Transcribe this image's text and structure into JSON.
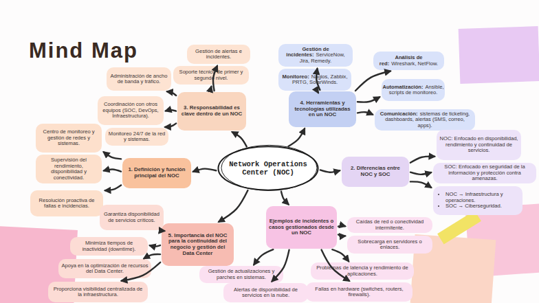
{
  "diagram": {
    "title": "Mind Map",
    "nodes": [
      {
        "text": [
          "Network Operations Center (NOC)"
        ]
      },
      {
        "text": [
          "3. Responsabilidad es clave dentro de un NOC"
        ]
      },
      {
        "text": [
          "Gestión de alertas e incidentes."
        ]
      },
      {
        "text": [
          "Administración de ancho de banda y tráfico."
        ]
      },
      {
        "text": [
          "Soporte técnico de primer y segundo nivel."
        ]
      },
      {
        "text": [
          "Coordinación con otros equipos (SOC, DevOps, Infraestructura)."
        ]
      },
      {
        "text": [
          "Monitoreo 24/7 de la red y sistemas."
        ]
      },
      {
        "text": [
          "4. Herramientas y tecnologías utilizadas en un NOC"
        ]
      },
      {
        "text": [
          "Gestión de incidentes:",
          "ServiceNow, Jira, Remedy."
        ]
      },
      {
        "text": [
          "Monitoreo:",
          "Nagios, Zabbix, PRTG, SolarWinds."
        ]
      },
      {
        "text": [
          "Análisis de red:",
          "Wireshark, NetFlow."
        ]
      },
      {
        "text": [
          "Automatización:",
          "Ansible, scripts de monitoreo."
        ]
      },
      {
        "text": [
          "Comunicación:",
          "sistemas de ticketing, dashboards, alertas (SMS, correo, apps)."
        ]
      },
      {
        "text": [
          "1. Definición y función principal del NOC"
        ]
      },
      {
        "text": [
          "Centro de monitoreo y gestión de redes y sistemas."
        ]
      },
      {
        "text": [
          "Supervisión del rendimiento, disponibilidad y conectividad."
        ]
      },
      {
        "text": [
          "Resolución proactiva de fallas e incidencias."
        ]
      },
      {
        "text": [
          "2. Diferencias entre NOC y SOC"
        ]
      },
      {
        "text": [
          "NOC: Enfocado en disponibilidad, rendimiento y continuidad de servicios."
        ]
      },
      {
        "text": [
          "SOC: Enfocado en seguridad de la información y protección contra amenazas."
        ]
      },
      {
        "text": [
          "NOC → Infraestructura y operaciones.",
          "SOC → Ciberseguridad."
        ]
      },
      {
        "text": [
          "Ejemplos de incidentes o casos gestionados desde un NOC"
        ]
      },
      {
        "text": [
          "Caídas de red o conectividad intermitente."
        ]
      },
      {
        "text": [
          "Sobrecarga en servidores o enlaces."
        ]
      },
      {
        "text": [
          "Problemas de latencia y rendimiento de aplicaciones."
        ]
      },
      {
        "text": [
          "Fallas en hardware (switches, routers, firewalls)."
        ]
      },
      {
        "text": [
          "Alertas de disponibilidad de servicios en la nube."
        ]
      },
      {
        "text": [
          "Gestión de actualizaciones y parches en sistemas."
        ]
      },
      {
        "text": [
          "5. Importancia del NOC para la continuidad del negocio y gestión del Data Center"
        ]
      },
      {
        "text": [
          "Garantiza disponibilidad de servicios críticos."
        ]
      },
      {
        "text": [
          "Minimiza tiempos de inactividad (downtime)."
        ]
      },
      {
        "text": [
          "Apoya en la optimización de recursos del Data Center."
        ]
      },
      {
        "text": [
          "Proporciona visibilidad centralizada de la infraestructura."
        ]
      }
    ],
    "edges": [
      {
        "from": 0,
        "to": 1,
        "arrow": "to"
      },
      {
        "from": 1,
        "to": 2,
        "arrow": "to"
      },
      {
        "from": 1,
        "to": 3,
        "arrow": "to"
      },
      {
        "from": 1,
        "to": 4,
        "arrow": "to"
      },
      {
        "from": 1,
        "to": 5,
        "arrow": "to"
      },
      {
        "from": 1,
        "to": 6,
        "arrow": "to"
      },
      {
        "from": 0,
        "to": 7,
        "arrow": "to"
      },
      {
        "from": 7,
        "to": 8,
        "arrow": "to"
      },
      {
        "from": 7,
        "to": 9,
        "arrow": "to"
      },
      {
        "from": 7,
        "to": 10,
        "arrow": "to"
      },
      {
        "from": 7,
        "to": 11,
        "arrow": "to"
      },
      {
        "from": 7,
        "to": 12,
        "arrow": "to"
      },
      {
        "from": 0,
        "to": 13,
        "arrow": "to"
      },
      {
        "from": 13,
        "to": 14,
        "arrow": "to"
      },
      {
        "from": 13,
        "to": 15,
        "arrow": "to"
      },
      {
        "from": 13,
        "to": 16,
        "arrow": "to"
      },
      {
        "from": 0,
        "to": 17,
        "arrow": "to"
      },
      {
        "from": 17,
        "to": 18,
        "arrow": "to"
      },
      {
        "from": 17,
        "to": 19,
        "arrow": "to"
      },
      {
        "from": 17,
        "to": 20,
        "arrow": "to"
      },
      {
        "from": 0,
        "to": 21,
        "arrow": "to"
      },
      {
        "from": 21,
        "to": 22,
        "arrow": "to"
      },
      {
        "from": 21,
        "to": 23,
        "arrow": "to"
      },
      {
        "from": 21,
        "to": 24,
        "arrow": "to"
      },
      {
        "from": 21,
        "to": 25,
        "arrow": "to"
      },
      {
        "from": 21,
        "to": 26,
        "arrow": "to"
      },
      {
        "from": 21,
        "to": 27,
        "arrow": "to"
      },
      {
        "from": 0,
        "to": 28,
        "arrow": "to"
      },
      {
        "from": 28,
        "to": 29,
        "arrow": "to"
      },
      {
        "from": 28,
        "to": 30,
        "arrow": "to"
      },
      {
        "from": 28,
        "to": 31,
        "arrow": "to"
      },
      {
        "from": 28,
        "to": 32,
        "arrow": "to"
      }
    ]
  }
}
